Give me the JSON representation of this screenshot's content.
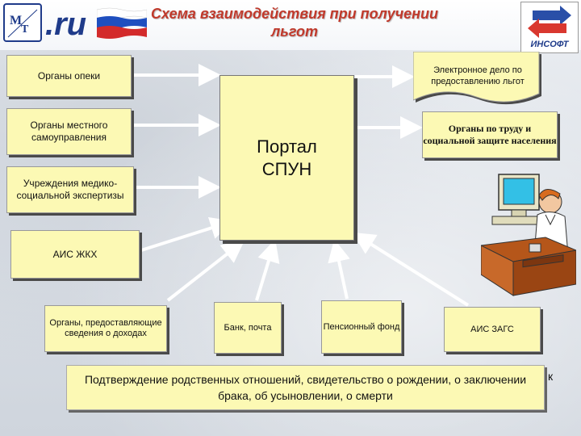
{
  "header": {
    "title": "Схема взаимодействия при получении льгот",
    "logo_left_text": ".ru",
    "logo_right_text": "ИНСОФТ"
  },
  "nodes": {
    "guardianship": "Органы опеки",
    "local_gov": "Органы местного самоуправления",
    "med_social": "Учреждения медико-социальной экспертизы",
    "ais_zhkh": "АИС ЖКХ",
    "income_orgs": "Органы, предоставляющие сведения о доходах",
    "bank": "Банк, почта",
    "pension": "Пенсионный фонд",
    "ais_zags": "АИС ЗАГС",
    "portal": "Портал СПУН",
    "e_case": "Электронное дело по предоставлению льгот",
    "labor_social": "Органы по труду и социальной защите населения"
  },
  "footer": {
    "text": "Подтверждение родственных отношений, свидетельство о рождении, о заключении брака, об усыновлении, о смерти",
    "overflow_char": "к"
  },
  "colors": {
    "box_fill": "#fcf9b4",
    "title": "#c0392b",
    "arrow": "#ffffff"
  }
}
